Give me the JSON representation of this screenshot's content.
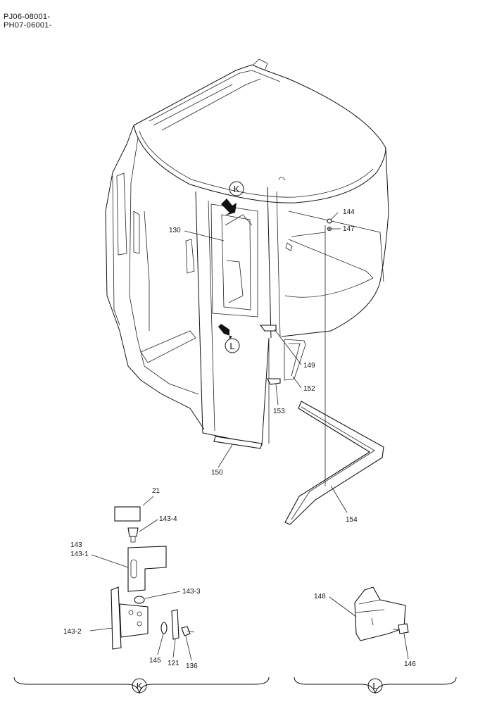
{
  "header": {
    "code1": "PJ06-08001-",
    "code2": "PH07-06001-"
  },
  "views": {
    "k": "K",
    "l": "L"
  },
  "parts": {
    "p21": "21",
    "p121": "121",
    "p130": "130",
    "p136": "136",
    "p143": "143",
    "p143_1": "143-1",
    "p143_2": "143-2",
    "p143_3": "143-3",
    "p143_4": "143-4",
    "p144": "144",
    "p145": "145",
    "p146": "146",
    "p147": "147",
    "p148": "148",
    "p149": "149",
    "p150": "150",
    "p152": "152",
    "p153": "153",
    "p154": "154"
  }
}
